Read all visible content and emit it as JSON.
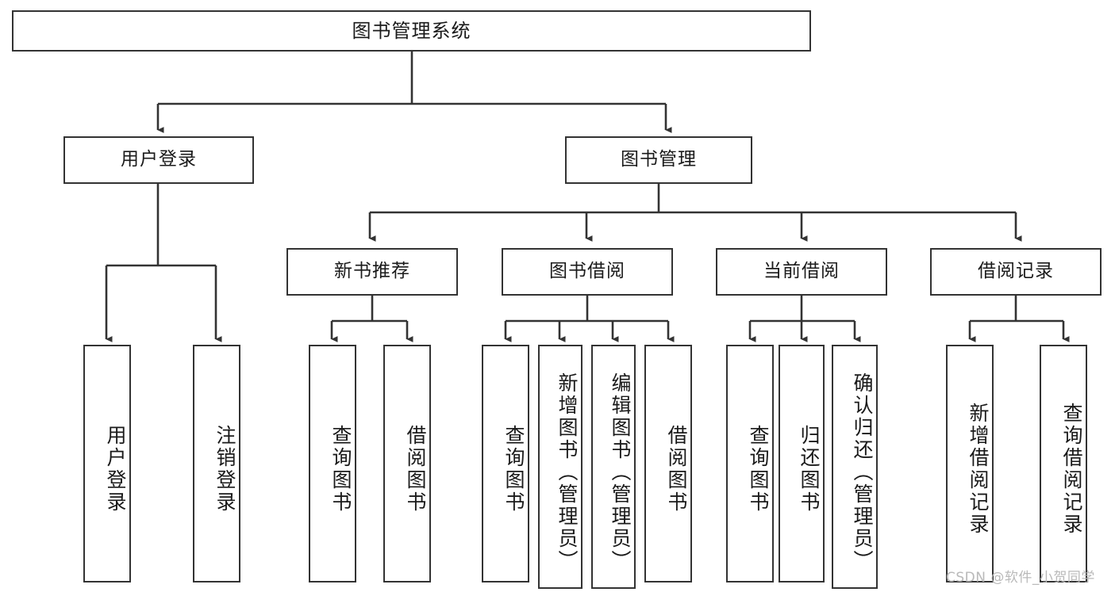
{
  "diagram": {
    "title": "图书管理系统",
    "type": "tree-hierarchy",
    "root": {
      "label": "图书管理系统"
    },
    "level2": [
      {
        "label": "用户登录"
      },
      {
        "label": "图书管理"
      }
    ],
    "level3": [
      {
        "label": "新书推荐"
      },
      {
        "label": "图书借阅"
      },
      {
        "label": "当前借阅"
      },
      {
        "label": "借阅记录"
      }
    ],
    "leaves": {
      "user_login": [
        {
          "label": "用户登录"
        },
        {
          "label": "注销登录"
        }
      ],
      "new_book_recommend": [
        {
          "label": "查询图书"
        },
        {
          "label": "借阅图书"
        }
      ],
      "book_borrow": [
        {
          "label": "查询图书"
        },
        {
          "label": "新增图书（管理员）"
        },
        {
          "label": "编辑图书（管理员）"
        },
        {
          "label": "借阅图书"
        }
      ],
      "current_borrow": [
        {
          "label": "查询图书"
        },
        {
          "label": "归还图书"
        },
        {
          "label": "确认归还（管理员）"
        }
      ],
      "borrow_record": [
        {
          "label": "新增借阅记录"
        },
        {
          "label": "查询借阅记录"
        }
      ]
    }
  },
  "watermark": {
    "text": "CSDN @软件_小贺同学"
  },
  "colors": {
    "box_border": "#333333",
    "box_fill": "#ffffff",
    "line": "#333333",
    "text": "#1a1a1a",
    "watermark": "#b9b9b9"
  }
}
